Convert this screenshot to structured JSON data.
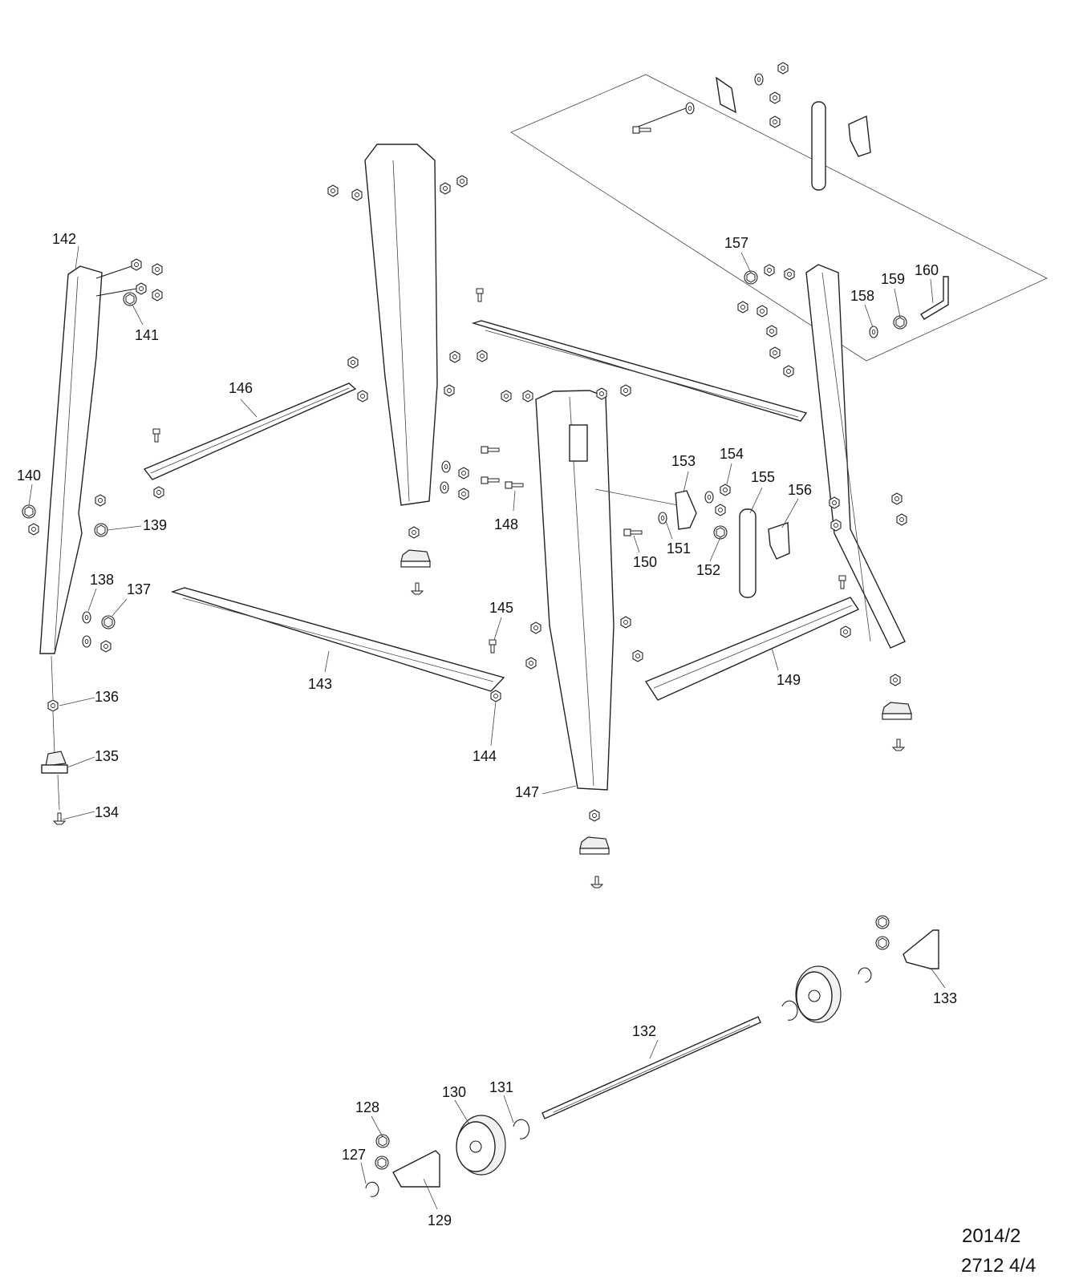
{
  "diagram": {
    "labels": {
      "p127": "127",
      "p128": "128",
      "p129": "129",
      "p130": "130",
      "p131": "131",
      "p132": "132",
      "p133": "133",
      "p134": "134",
      "p135": "135",
      "p136": "136",
      "p137": "137",
      "p138": "138",
      "p139": "139",
      "p140": "140",
      "p141": "141",
      "p142": "142",
      "p143": "143",
      "p144": "144",
      "p145": "145",
      "p146": "146",
      "p147": "147",
      "p148": "148",
      "p149": "149",
      "p150": "150",
      "p151": "151",
      "p152": "152",
      "p153": "153",
      "p154": "154",
      "p155": "155",
      "p156": "156",
      "p157": "157",
      "p158": "158",
      "p159": "159",
      "p160": "160"
    },
    "footer": {
      "date": "2014/2",
      "code": "2712 4/4"
    }
  }
}
